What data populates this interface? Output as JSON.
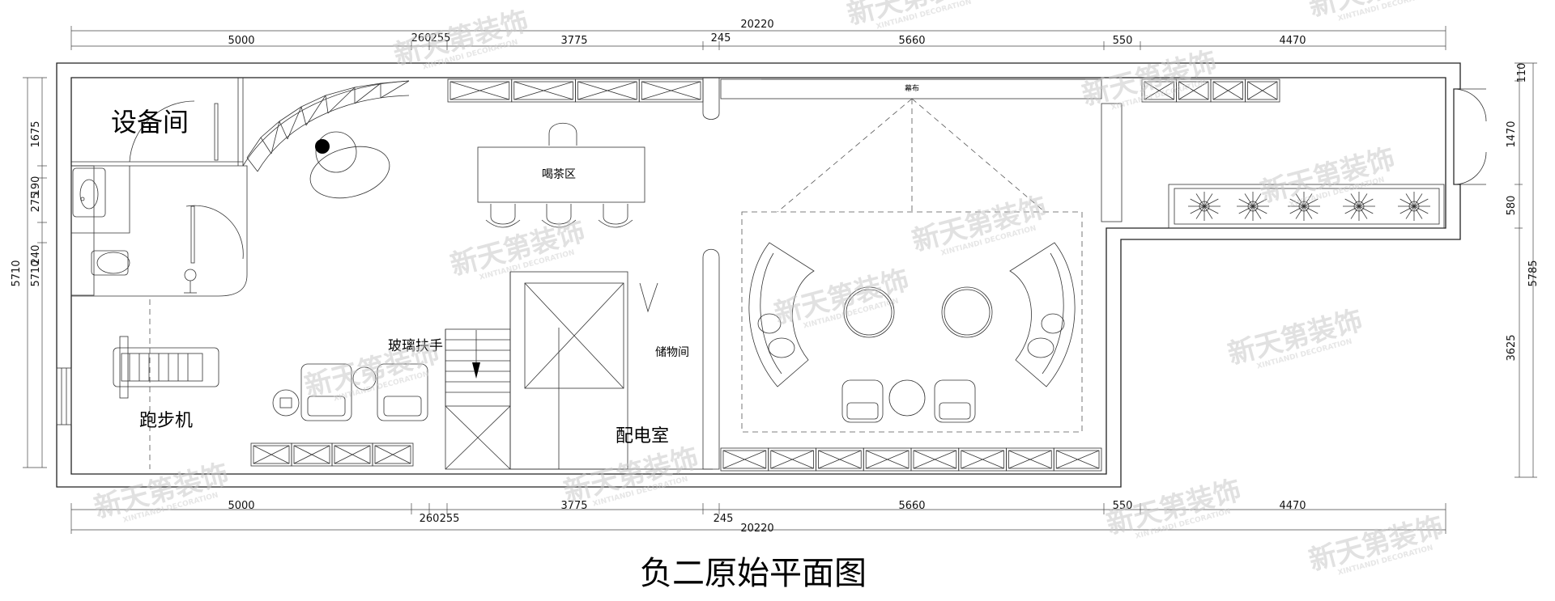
{
  "title": "负二原始平面图",
  "rooms": {
    "equipment": "设备间",
    "tea": "喝茶区",
    "glass_rail": "玻璃扶手",
    "storage": "储物间",
    "treadmill": "跑步机",
    "power": "配电室",
    "curtain": "幕布"
  },
  "dims": {
    "total": "20220",
    "seg1": "5000",
    "seg2": "260",
    "seg3": "255",
    "seg4": "3775",
    "seg5": "245",
    "seg6": "5660",
    "seg7": "550",
    "seg8": "4470",
    "left_total": "5710",
    "left_total2": "5710",
    "left1": "1675",
    "left2": "190",
    "left3": "275",
    "left4": "240",
    "right1": "110",
    "right2": "1470",
    "right3": "580",
    "right4": "3625",
    "right_total": "5785"
  },
  "watermark": {
    "brand": "新天第装饰",
    "sub": "XINTIANDI DECORATION"
  }
}
